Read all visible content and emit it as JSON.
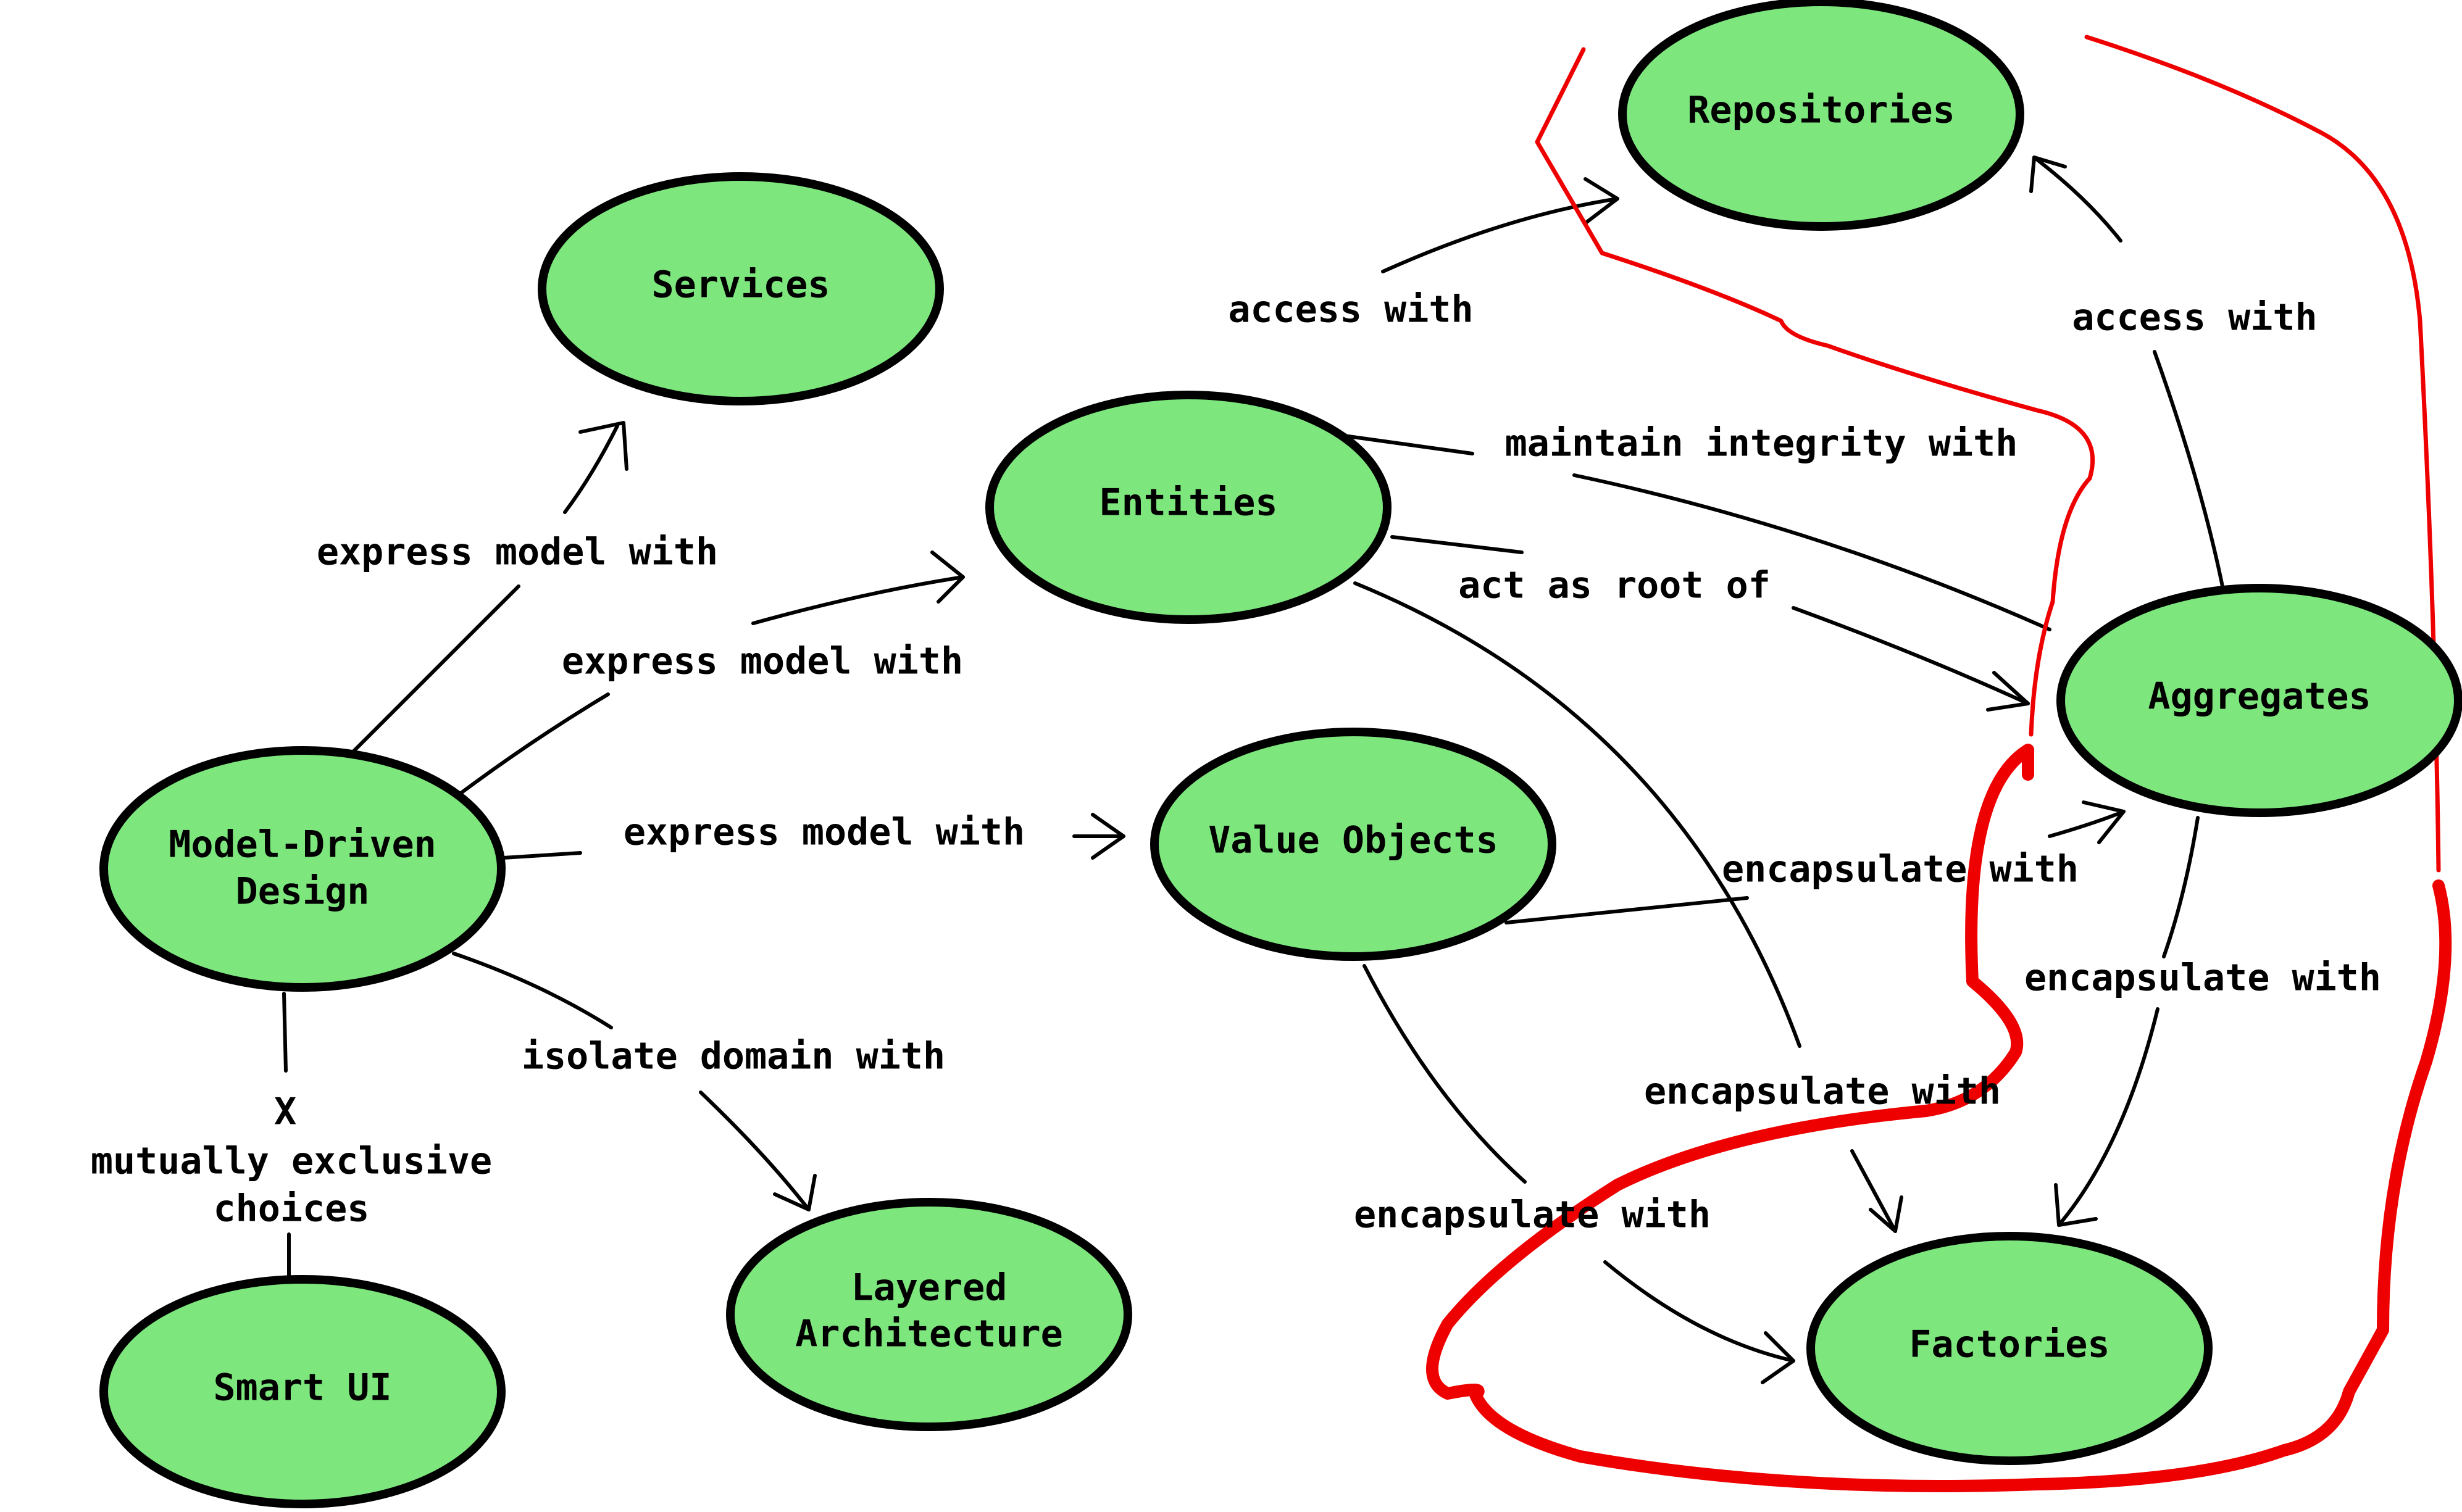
{
  "diagram": {
    "nodes": {
      "services": "Services",
      "entities": "Entities",
      "repositories": "Repositories",
      "aggregates": "Aggregates",
      "value_objects": "Value Objects",
      "factories": "Factories",
      "layered_line1": "Layered",
      "layered_line2": "Architecture",
      "mdd_line1": "Model-Driven",
      "mdd_line2": "Design",
      "smart_ui": "Smart UI"
    },
    "labels": {
      "express_services": "express model with",
      "express_entities": "express model with",
      "express_value_objects": "express model with",
      "isolate_domain": "isolate domain with",
      "mutually_x": "X",
      "mutually_line1": "mutually exclusive",
      "mutually_line2": "choices",
      "entities_access": "access with",
      "maintain_integrity": "maintain integrity with",
      "act_as_root": "act as root of",
      "aggregates_access": "access with",
      "vo_encapsulate_aggregates": "encapsulate with",
      "aggregates_encapsulate_factories": "encapsulate with",
      "entities_encapsulate_factories": "encapsulate with",
      "vo_encapsulate_factories": "encapsulate with"
    },
    "colors": {
      "node_fill": "#7de67d",
      "stroke": "#000000",
      "highlight": "#ee0000"
    }
  }
}
